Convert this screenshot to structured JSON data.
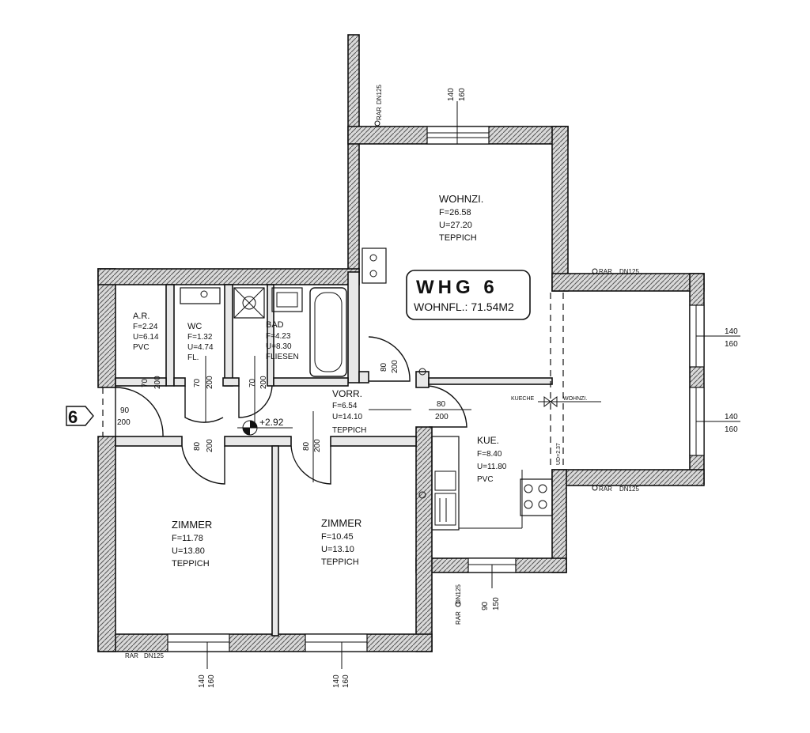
{
  "unit": {
    "title": "WHG 6",
    "area_label": "WOHNFL.: 71.54M2"
  },
  "entrance_marker": "6",
  "rooms": {
    "wohnzi": {
      "name": "WOHNZI.",
      "f": "F=26.58",
      "u": "U=27.20",
      "floor": "TEPPICH"
    },
    "ar": {
      "name": "A.R.",
      "f": "F=2.24",
      "u": "U=6.14",
      "floor": "PVC"
    },
    "wc": {
      "name": "WC",
      "f": "F=1.32",
      "u": "U=4.74",
      "floor": "FL."
    },
    "bad": {
      "name": "BAD",
      "f": "F=4.23",
      "u": "U=8.30",
      "floor": "FLIESEN"
    },
    "vorr": {
      "name": "VORR.",
      "f": "F=6.54",
      "u": "U=14.10",
      "floor": "TEPPICH"
    },
    "kue": {
      "name": "KUE.",
      "f": "F=8.40",
      "u": "U=11.80",
      "floor": "PVC"
    },
    "zimmer1": {
      "name": "ZIMMER",
      "f": "F=11.78",
      "u": "U=13.80",
      "floor": "TEPPICH"
    },
    "zimmer2": {
      "name": "ZIMMER",
      "f": "F=10.45",
      "u": "U=13.10",
      "floor": "TEPPICH"
    }
  },
  "level": "+2.92",
  "divider": {
    "left": "KUECHE",
    "right": "WOHNZI."
  },
  "ud": "UD=2.37",
  "rar": "RAR",
  "dn": "DN125",
  "dims": {
    "win_top_a": "140",
    "win_top_b": "160",
    "win_right1_a": "140",
    "win_right1_b": "160",
    "win_right2_a": "140",
    "win_right2_b": "160",
    "win_bottom1_a": "140",
    "win_bottom1_b": "160",
    "win_bottom2_a": "140",
    "win_bottom2_b": "160",
    "win_kue_a": "90",
    "win_kue_b": "150",
    "door_entry_a": "90",
    "door_entry_b": "200",
    "door_ar_a": "70",
    "door_ar_b": "200",
    "door_wc_a": "70",
    "door_wc_b": "200",
    "door_bad_a": "70",
    "door_bad_b": "200",
    "door_z1_a": "80",
    "door_z1_b": "200",
    "door_z2_a": "80",
    "door_z2_b": "200",
    "door_wohn_a": "80",
    "door_wohn_b": "200",
    "door_kue_a": "80",
    "door_kue_b": "200"
  }
}
